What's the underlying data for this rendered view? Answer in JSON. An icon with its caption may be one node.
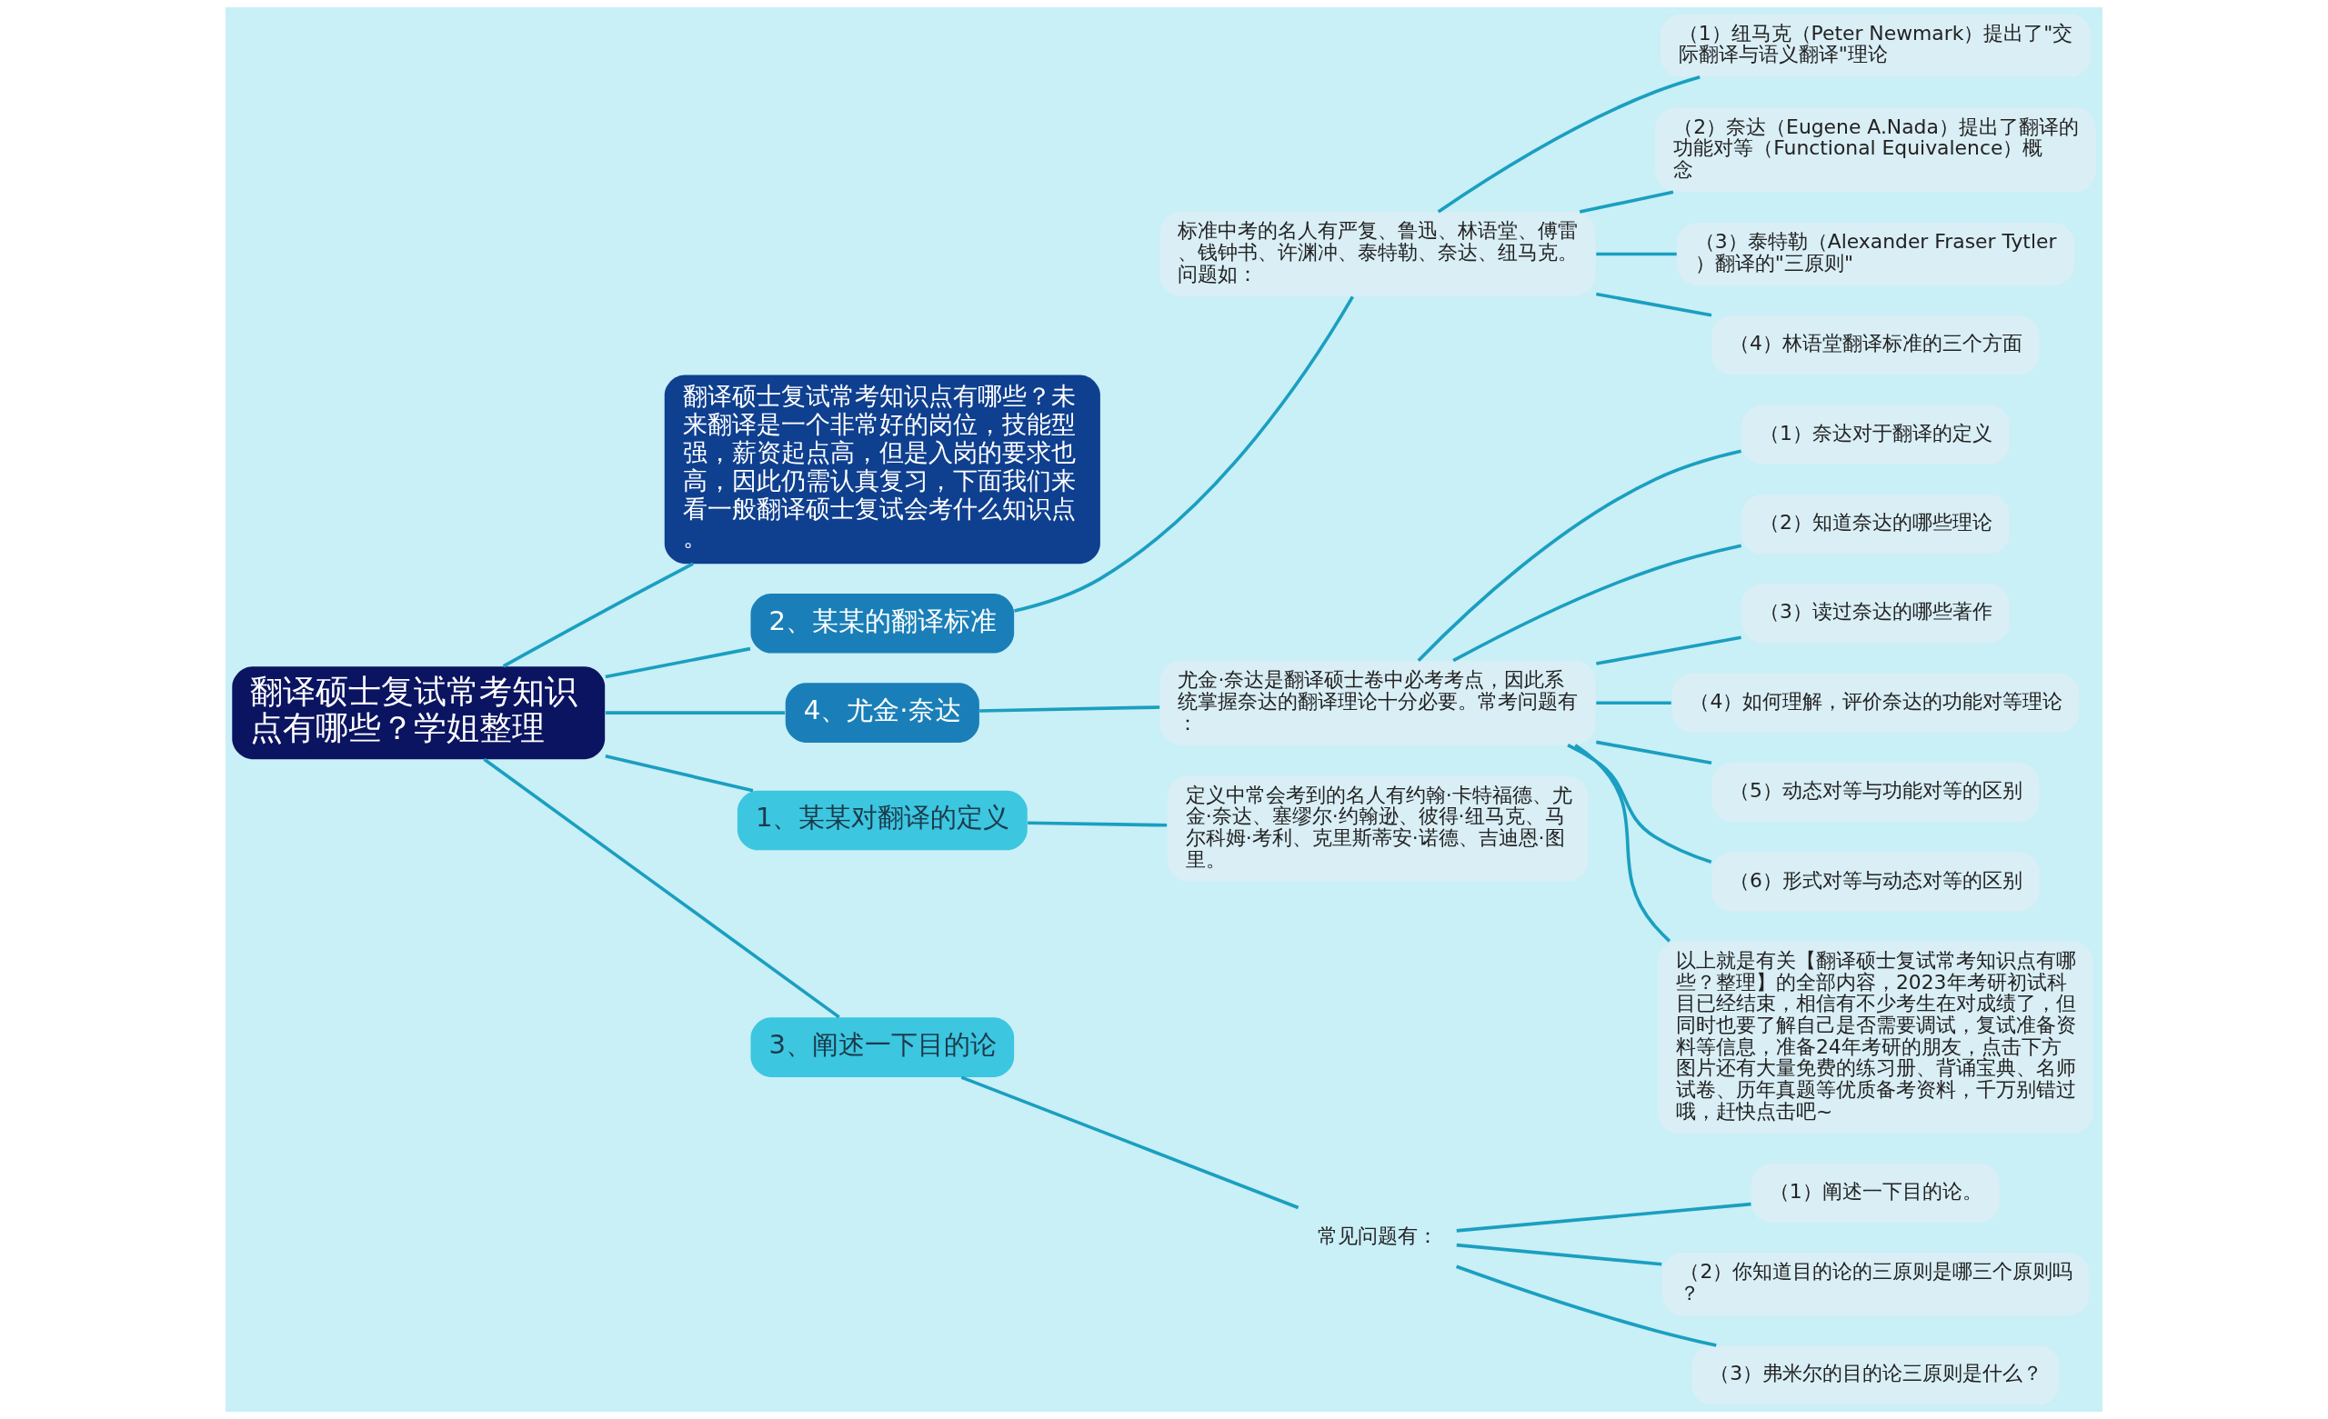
{
  "diagram": {
    "nodes": [
      {
        "text": [
          "翻译硕士复试常考知识点有哪些？学姐整理"
        ]
      },
      {
        "text": [
          "翻译硕士复试常考知识点有哪些？未来翻译是一个非常好的岗位，技能型强，薪资起点高，但是入岗的要求也高，因此仍需认真复习，下面我们来看一般翻译硕士复试会考什么知识点。"
        ]
      },
      {
        "text": [
          "2、某某的翻译标准"
        ]
      },
      {
        "text": [
          "标准中考的名人有严复、鲁迅、林语堂、傅雷、钱钟书、许渊冲、泰特勒、奈达、纽马克。问题如："
        ]
      },
      {
        "text": [
          "（1）纽马克（Peter Newmark）提出了\"交际翻译与语义翻译\"理论"
        ]
      },
      {
        "text": [
          "（2）奈达（Eugene A.Nada）提出了翻译的功能对等（Functional Equivalence）概念"
        ]
      },
      {
        "text": [
          "（3）泰特勒（Alexander Fraser Tytler）翻译的\"三原则\""
        ]
      },
      {
        "text": [
          "（4）林语堂翻译标准的三个方面"
        ]
      },
      {
        "text": [
          "4、尤金·奈达"
        ]
      },
      {
        "text": [
          "尤金·奈达是翻译硕士卷中必考考点，因此系统掌握奈达的翻译理论十分必要。常考问题有："
        ]
      },
      {
        "text": [
          "（1）奈达对于翻译的定义"
        ]
      },
      {
        "text": [
          "（2）知道奈达的哪些理论"
        ]
      },
      {
        "text": [
          "（3）读过奈达的哪些著作"
        ]
      },
      {
        "text": [
          "（4）如何理解，评价奈达的功能对等理论"
        ]
      },
      {
        "text": [
          "（5）动态对等与功能对等的区别"
        ]
      },
      {
        "text": [
          "（6）形式对等与动态对等的区别"
        ]
      },
      {
        "text": [
          "以上就是有关【翻译硕士复试常考知识点有哪些？整理】的全部内容，2023年考研初试科目已经结束，相信有不少考生在对成绩了，但同时也要了解自己是否需要调试，复试准备资料等信息，准备24年考研的朋友，点击下方图片还有大量免费的练习册、背诵宝典、名师试卷、历年真题等优质备考资料，千万别错过哦，赶快点击吧~"
        ]
      },
      {
        "text": [
          "1、某某对翻译的定义"
        ]
      },
      {
        "text": [
          "定义中常会考到的名人有约翰·卡特福德、尤金·奈达、塞缪尔·约翰逊、彼得·纽马克、马尔科姆·考利、克里斯蒂安·诺德、吉迪恩·图里。"
        ]
      },
      {
        "text": [
          "3、阐述一下目的论"
        ]
      },
      {
        "text": [
          "常见问题有："
        ]
      },
      {
        "text": [
          "（1）阐述一下目的论。"
        ]
      },
      {
        "text": [
          "（2）你知道目的论的三原则是哪三个原则吗？"
        ]
      },
      {
        "text": [
          "（3）弗米尔的目的论三原则是什么？"
        ]
      }
    ],
    "edges": [
      {
        "from": 0,
        "to": 1,
        "arrow": "none"
      },
      {
        "from": 0,
        "to": 2,
        "arrow": "none"
      },
      {
        "from": 2,
        "to": 3,
        "arrow": "none"
      },
      {
        "from": 3,
        "to": 4,
        "arrow": "none"
      },
      {
        "from": 3,
        "to": 5,
        "arrow": "none"
      },
      {
        "from": 3,
        "to": 6,
        "arrow": "none"
      },
      {
        "from": 3,
        "to": 7,
        "arrow": "none"
      },
      {
        "from": 0,
        "to": 8,
        "arrow": "none"
      },
      {
        "from": 8,
        "to": 9,
        "arrow": "none"
      },
      {
        "from": 9,
        "to": 10,
        "arrow": "none"
      },
      {
        "from": 9,
        "to": 11,
        "arrow": "none"
      },
      {
        "from": 9,
        "to": 12,
        "arrow": "none"
      },
      {
        "from": 9,
        "to": 13,
        "arrow": "none"
      },
      {
        "from": 9,
        "to": 14,
        "arrow": "none"
      },
      {
        "from": 9,
        "to": 15,
        "arrow": "none"
      },
      {
        "from": 9,
        "to": 16,
        "arrow": "none"
      },
      {
        "from": 0,
        "to": 17,
        "arrow": "none"
      },
      {
        "from": 17,
        "to": 18,
        "arrow": "none"
      },
      {
        "from": 0,
        "to": 19,
        "arrow": "none"
      },
      {
        "from": 19,
        "to": 20,
        "arrow": "none"
      },
      {
        "from": 20,
        "to": 21,
        "arrow": "none"
      },
      {
        "from": 20,
        "to": 22,
        "arrow": "none"
      },
      {
        "from": 20,
        "to": 23,
        "arrow": "none"
      }
    ]
  }
}
